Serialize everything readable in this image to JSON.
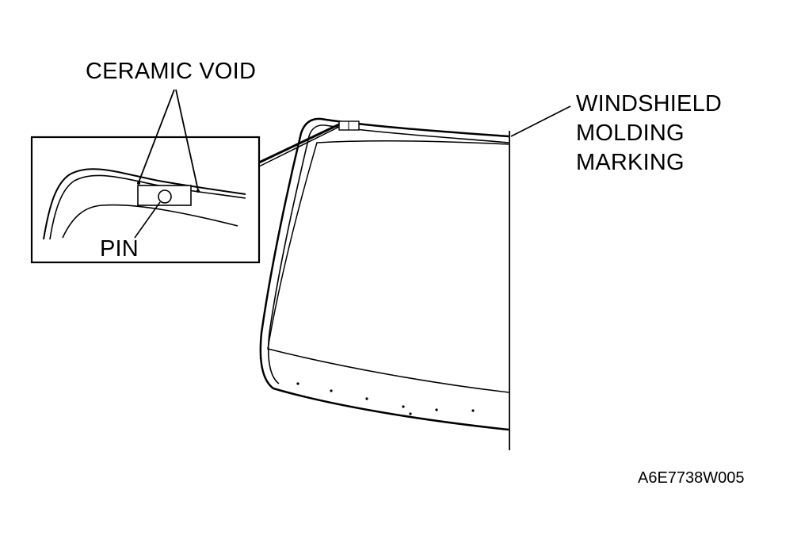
{
  "labels": {
    "ceramic_void": "CERAMIC VOID",
    "pin": "PIN",
    "windshield_molding_marking": [
      "WINDSHIELD",
      "MOLDING",
      "MARKING"
    ],
    "figure_code": "A6E7738W005"
  },
  "colors": {
    "line": "#000000",
    "background": "#ffffff"
  }
}
